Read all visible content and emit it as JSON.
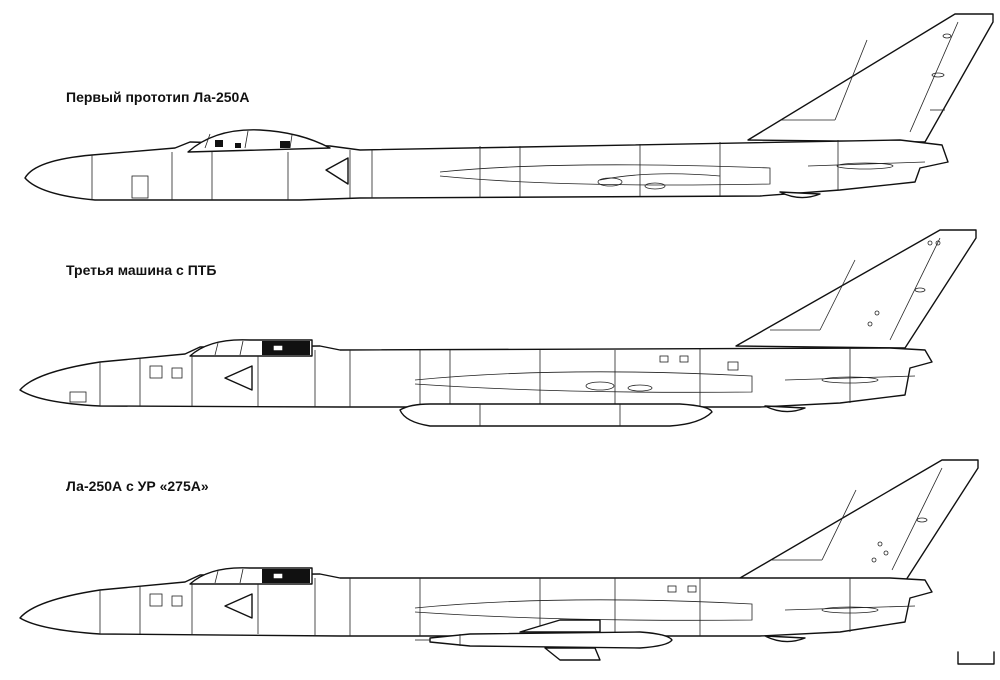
{
  "captions": {
    "first_prototype": "Первый прототип Ла-250А",
    "third_machine": "Третья машина с ПТБ",
    "with_missile": "Ла-250А с УР «275А»"
  }
}
